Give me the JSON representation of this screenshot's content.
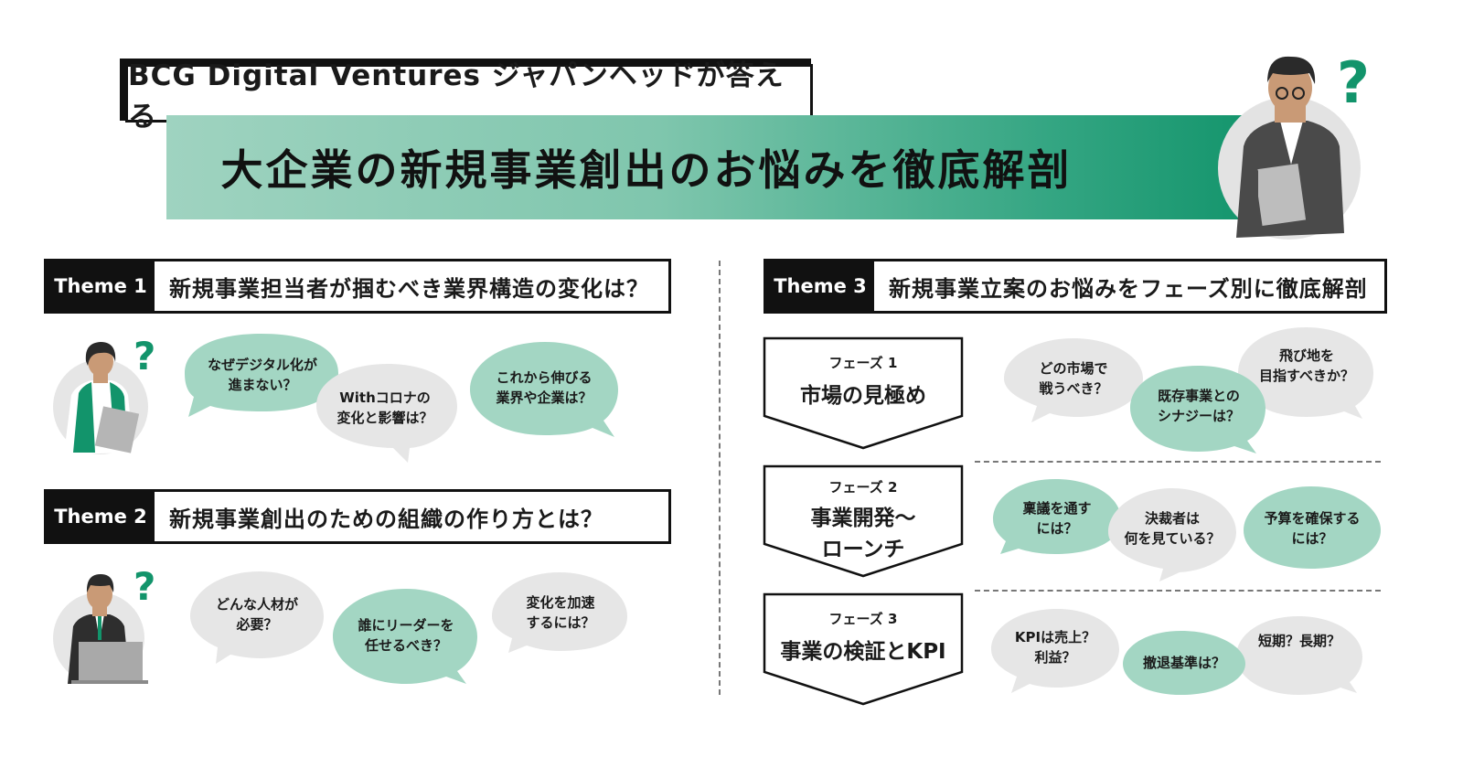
{
  "header": {
    "subtitle": "BCG Digital Ventures ジャパンヘッドが答える",
    "title": "大企業の新規事業創出のお悩みを徹底解剖"
  },
  "themes": [
    {
      "tag": "Theme 1",
      "title": "新規事業担当者が掴むべき業界構造の変化は？",
      "bubbles": [
        {
          "lines": [
            "なぜデジタル化が",
            "進まない？"
          ]
        },
        {
          "lines": [
            "Withコロナの",
            "変化と影響は？"
          ]
        },
        {
          "lines": [
            "これから伸びる",
            "業界や企業は？"
          ]
        }
      ]
    },
    {
      "tag": "Theme 2",
      "title": "新規事業創出のための組織の作り方とは？",
      "bubbles": [
        {
          "lines": [
            "どんな人材が",
            "必要？"
          ]
        },
        {
          "lines": [
            "誰にリーダーを",
            "任せるべき？"
          ]
        },
        {
          "lines": [
            "変化を加速",
            "するには？"
          ]
        }
      ]
    },
    {
      "tag": "Theme 3",
      "title": "新規事業立案のお悩みをフェーズ別に徹底解剖"
    }
  ],
  "phases": [
    {
      "label": "フェーズ 1",
      "title_lines": [
        "市場の見極め"
      ],
      "bubbles": [
        {
          "lines": [
            "どの市場で",
            "戦うべき？"
          ]
        },
        {
          "lines": [
            "既存事業との",
            "シナジーは？"
          ]
        },
        {
          "lines": [
            "飛び地を",
            "目指すべきか？"
          ]
        }
      ]
    },
    {
      "label": "フェーズ 2",
      "title_lines": [
        "事業開発～",
        "ローンチ"
      ],
      "bubbles": [
        {
          "lines": [
            "稟議を通す",
            "には？"
          ]
        },
        {
          "lines": [
            "決裁者は",
            "何を見ている？"
          ]
        },
        {
          "lines": [
            "予算を確保する",
            "には？"
          ]
        }
      ]
    },
    {
      "label": "フェーズ 3",
      "title_lines": [
        "事業の検証とKPI"
      ],
      "bubbles": [
        {
          "lines": [
            "KPIは売上？",
            "利益？"
          ]
        },
        {
          "lines": [
            "撤退基準は？"
          ]
        },
        {
          "lines": [
            "短期？長期？"
          ]
        }
      ]
    }
  ],
  "icons": {
    "question_mark": "？"
  },
  "colors": {
    "accent_green": "#12946b",
    "light_green": "#a3d6c3",
    "gray_bubble": "#e6e6e6",
    "black": "#111111"
  }
}
